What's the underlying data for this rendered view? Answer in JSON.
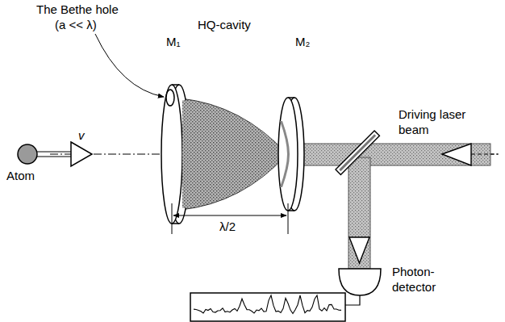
{
  "diagram": {
    "labels": [
      "The Bethe hole",
      "(a << λ)",
      "HQ-cavity",
      "M₁",
      "M₂",
      "Driving laser beam",
      "Atom",
      "v",
      "λ/2",
      "Photon- detector"
    ]
  }
}
